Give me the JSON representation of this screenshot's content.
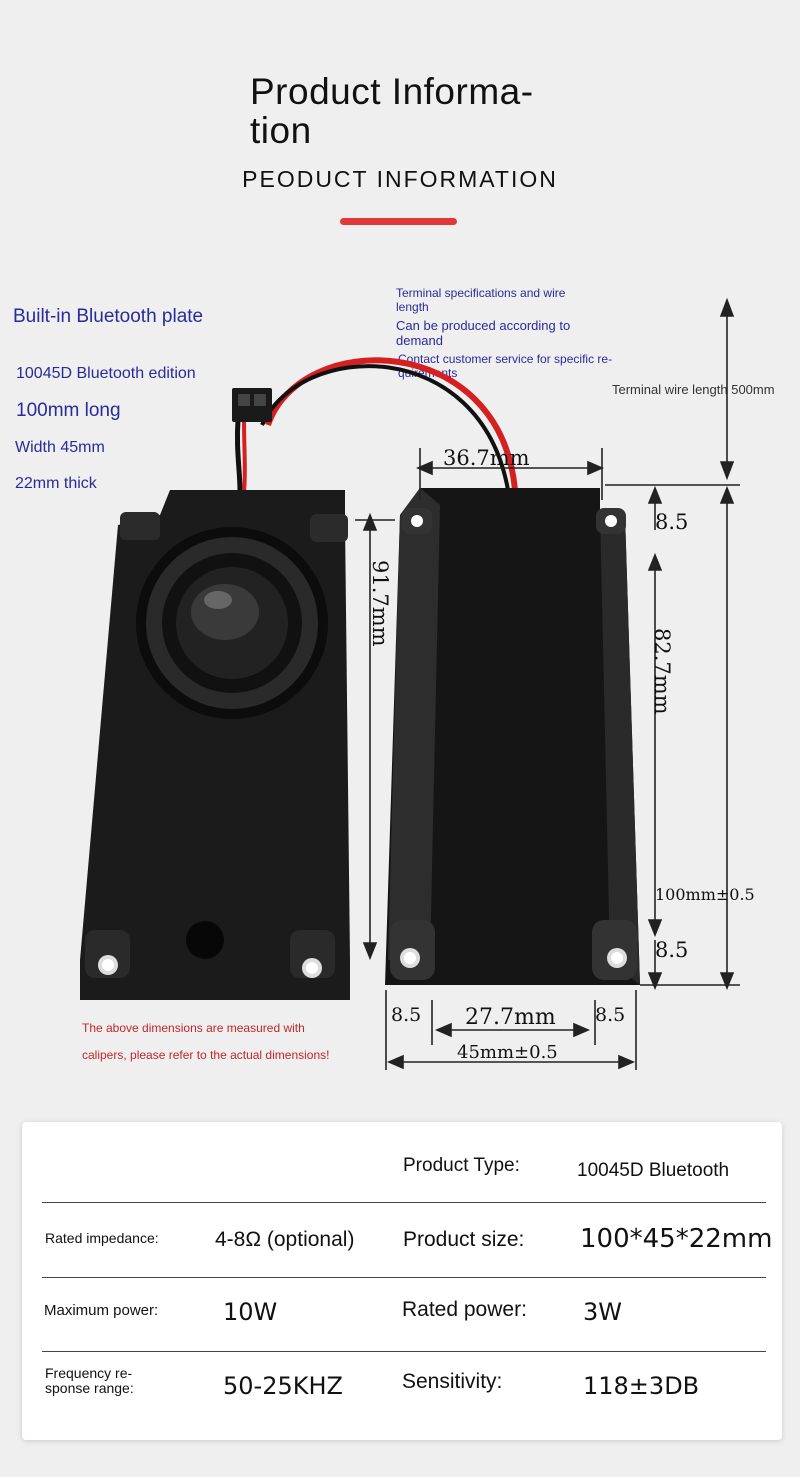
{
  "header": {
    "title": "Product Informa-\ntion",
    "subtitle": "PEODUCT INFORMATION"
  },
  "features": {
    "bluetooth_plate": "Built-in Bluetooth plate",
    "edition": "10045D Bluetooth edition",
    "length": "100mm long",
    "width": "Width 45mm",
    "thickness": "22mm thick"
  },
  "notes": {
    "terminal_spec": "Terminal specifications and wire length",
    "on_demand": "Can be produced according to demand",
    "contact": "Contact customer service for specific re-quirements",
    "wire_length": "Terminal wire length 500mm",
    "calipers_1": "The above dimensions are measured with",
    "calipers_2": "calipers, please refer to the actual dimensions!"
  },
  "dimensions": {
    "top_width": "36.7mm",
    "front_height": "91.7mm",
    "top_offset": "8.5",
    "side_height": "82.7mm",
    "total_length": "100mm±0.5",
    "bottom_offset": "8.5",
    "left_margin": "8.5",
    "inner_width": "27.7mm",
    "right_margin": "8.5",
    "total_width": "45mm±0.5"
  },
  "specs": {
    "product_type_label": "Product Type:",
    "product_type_value": "10045D Bluetooth",
    "impedance_label": "Rated impedance:",
    "impedance_value": "4-8Ω (optional)",
    "size_label": "Product size:",
    "size_value": "100*45*22mm",
    "max_power_label": "Maximum power:",
    "max_power_value": "10W",
    "rated_power_label": "Rated power:",
    "rated_power_value": "3W",
    "freq_label": "Frequency re-sponse range:",
    "freq_value": "50-25KHZ",
    "sensitivity_label": "Sensitivity:",
    "sensitivity_value": "118±3DB"
  },
  "colors": {
    "accent": "#e0393a",
    "feature_text": "#2a2a9a",
    "warning_text": "#c0262b"
  }
}
